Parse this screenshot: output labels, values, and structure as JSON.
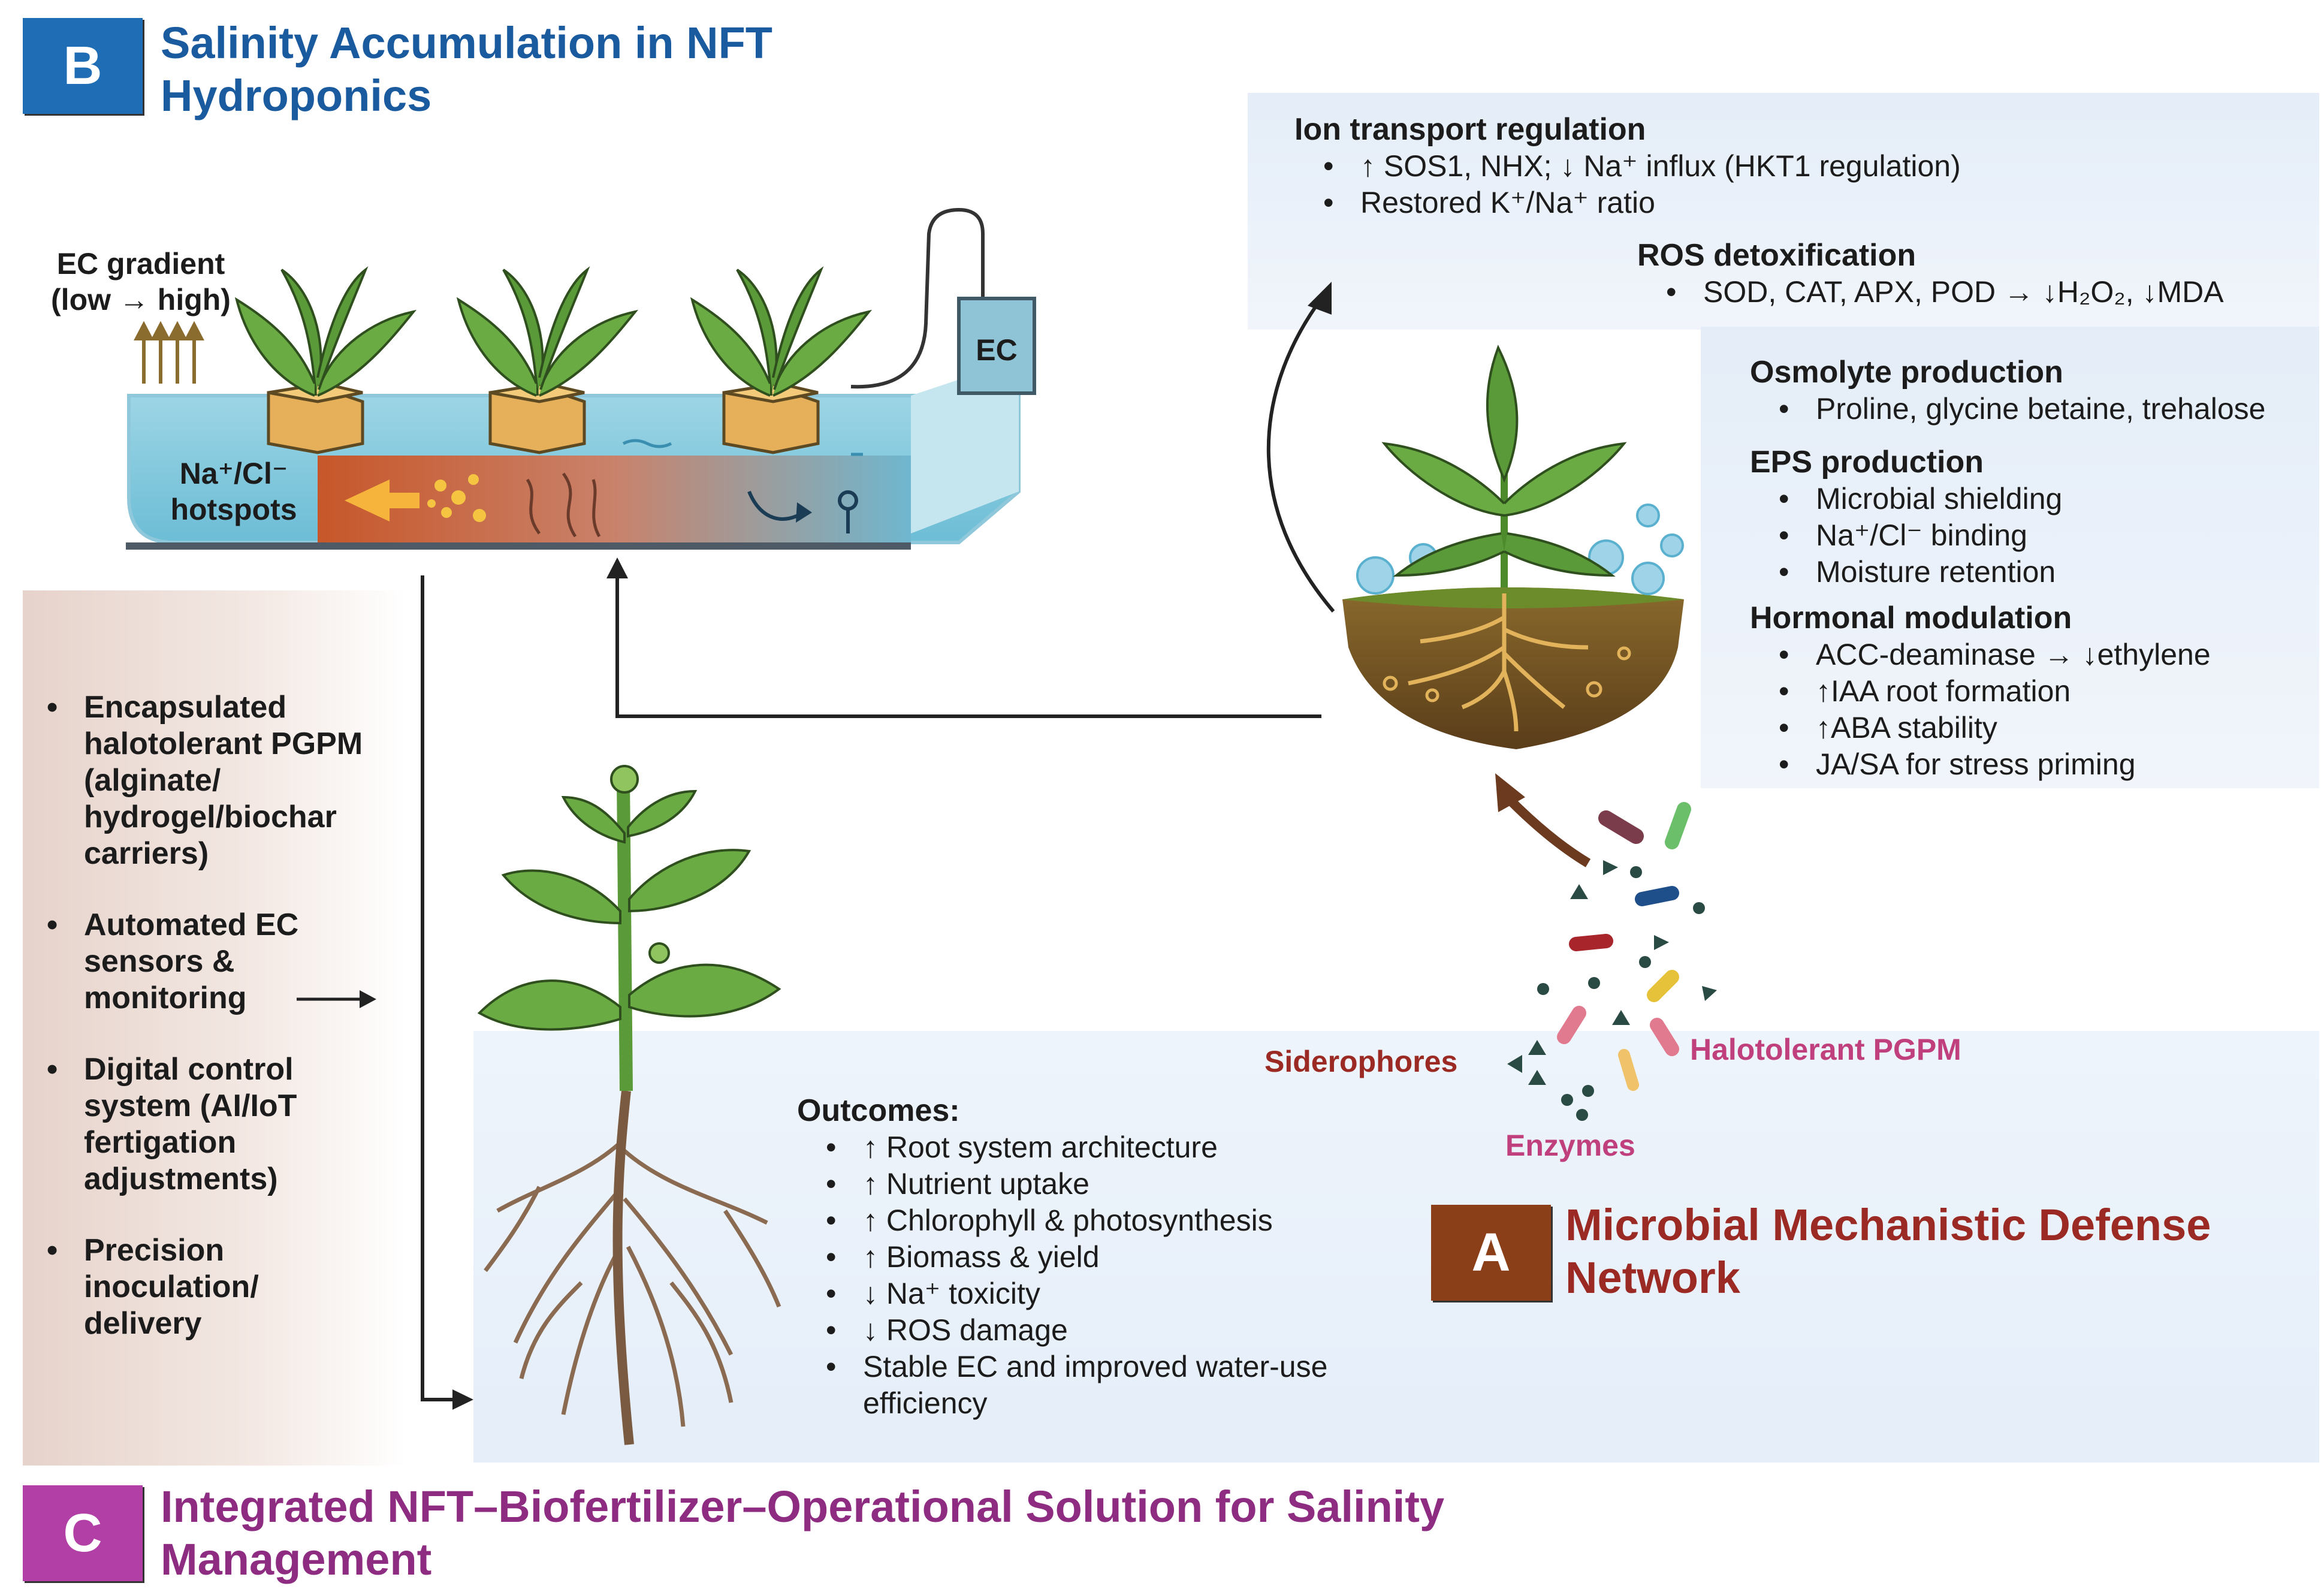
{
  "panel_b": {
    "badge": "B",
    "title_line1": "Salinity Accumulation in NFT",
    "title_line2": "Hydroponics",
    "ec_gradient_line1": "EC gradient",
    "ec_gradient_line2": "(low → high)",
    "ec_sensor": "EC",
    "hotspots_line1": "Na⁺/Cl⁻",
    "hotspots_line2": "hotspots",
    "colors": {
      "badge": "#1f6db5",
      "title": "#1a5a9e"
    }
  },
  "panel_a": {
    "badge": "A",
    "title_line1": "Microbial Mechanistic Defense",
    "title_line2": "Network",
    "ion_transport": {
      "heading": "Ion transport regulation",
      "items": [
        "↑ SOS1, NHX; ↓ Na⁺ influx (HKT1 regulation)",
        "Restored K⁺/Na⁺ ratio"
      ]
    },
    "ros": {
      "heading": "ROS detoxification",
      "items": [
        "SOD, CAT, APX, POD → ↓H₂O₂, ↓MDA"
      ]
    },
    "osmolyte": {
      "heading": "Osmolyte production",
      "items": [
        "Proline, glycine betaine, trehalose"
      ]
    },
    "eps": {
      "heading": "EPS production",
      "items": [
        "Microbial shielding",
        "Na⁺/Cl⁻ binding",
        "Moisture retention"
      ]
    },
    "hormonal": {
      "heading": "Hormonal modulation",
      "items": [
        "ACC-deaminase → ↓ethylene",
        "↑IAA root formation",
        "↑ABA stability",
        "JA/SA for stress priming"
      ]
    },
    "siderophores": "Siderophores",
    "halotolerant": "Halotolerant PGPM",
    "enzymes": "Enzymes",
    "colors": {
      "badge": "#8b3f18",
      "title": "#9a2a23",
      "siderophores": "#9a2a23",
      "halotolerant": "#c0407e",
      "enzymes": "#c0407e"
    }
  },
  "panel_c": {
    "badge": "C",
    "title_line1": "Integrated NFT–Biofertilizer–Operational Solution for Salinity",
    "title_line2": "Management",
    "items": [
      "Encapsulated halotolerant PGPM (alginate/ hydrogel/biochar carriers)",
      "Automated EC sensors & monitoring",
      "Digital control system (AI/IoT fertigation adjustments)",
      "Precision inoculation/ delivery"
    ],
    "colors": {
      "badge": "#b23fa6",
      "title": "#8e2c82"
    }
  },
  "outcomes": {
    "heading": "Outcomes:",
    "items": [
      "↑ Root system architecture",
      "↑ Nutrient uptake",
      "↑ Chlorophyll & photosynthesis",
      "↑ Biomass & yield",
      "↓ Na⁺ toxicity",
      "↓ ROS damage",
      "Stable EC and improved water-use efficiency"
    ]
  }
}
